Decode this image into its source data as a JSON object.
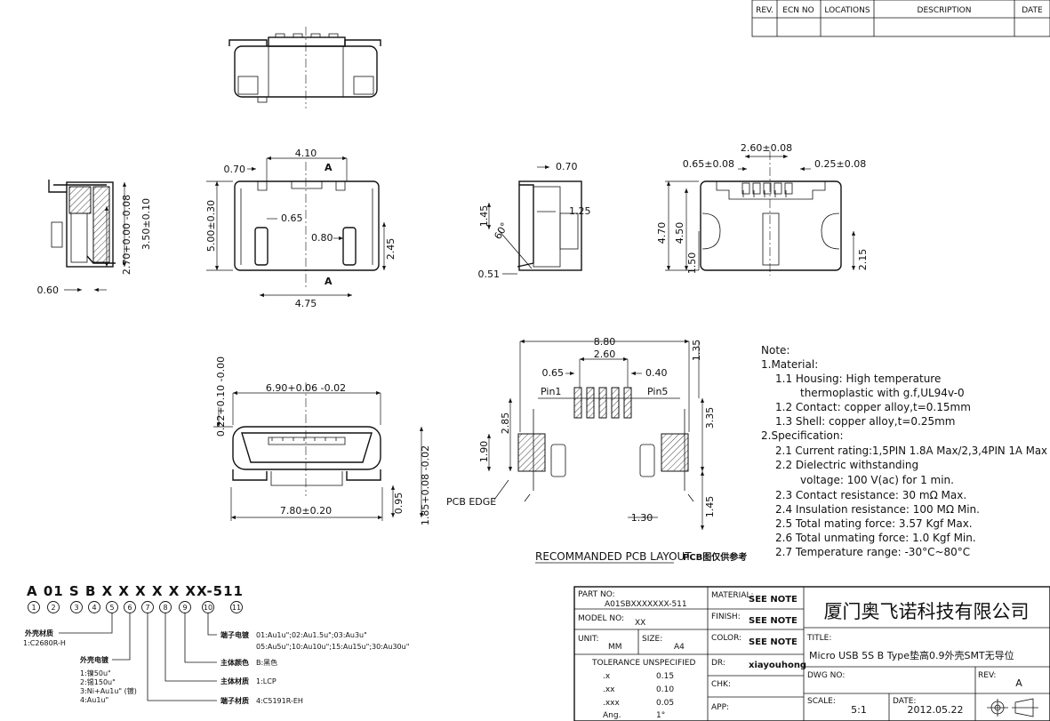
{
  "revision_table": {
    "headers": [
      "REV.",
      "ECN NO",
      "LOCATIONS",
      "DESCRIPTION",
      "DATE"
    ]
  },
  "dimensions": {
    "side": {
      "h1": "3.50±0.10",
      "h2": "2.70+0.00\n-0.08",
      "w": "0.60"
    },
    "front": {
      "a": "0.70",
      "b": "4.10",
      "sec": "A",
      "c": "0.65",
      "h": "5.00±0.30",
      "d": "0.80",
      "e": "2.45",
      "w": "4.75"
    },
    "section": {
      "a": "0.70",
      "h": "1.45",
      "b": "1.25",
      "ang": "60°",
      "c": "0.51"
    },
    "back": {
      "a": "2.60±0.08",
      "b": "0.65±0.08",
      "c": "0.25±0.08",
      "h1": "4.70",
      "h2": "4.50",
      "h3": "1.50",
      "h4": "2.15"
    },
    "bottom_view": {
      "top_tol": "0.22+0.10\n-0.00",
      "w1": "6.90+0.06\n-0.02",
      "w2": "7.80±0.20",
      "h1": "0.95",
      "h2": "1.85+0.08\n-0.02"
    },
    "pcb": {
      "w": "8.80",
      "t": "1.35",
      "pitch": "2.60",
      "a": "0.65",
      "b": "0.40",
      "pin1": "Pin1",
      "pin5": "Pin5",
      "h1": "2.85",
      "h2": "3.35",
      "h3": "1.90",
      "pcb_edge": "PCB EDGE",
      "h4": "1.45",
      "w3": "1.30"
    }
  },
  "pcb_layout_label": "RECOMMANDED PCB LAYOUT",
  "pcb_layout_cn": "PCB图仅供参考",
  "notes": {
    "title": "Note:",
    "lines": [
      "1.Material:",
      "1.1  Housing:  High  temperature",
      "thermoplastic  with  g.f,UL94v-0",
      "1.2  Contact:  copper  alloy,t=0.15mm",
      "1.3  Shell:  copper  alloy,t=0.25mm",
      "2.Specification:",
      "2.1  Current  rating:1,5PIN  1.8A  Max/2,3,4PIN  1A  Max",
      "2.2  Dielectric  withstanding",
      "voltage:  100  V(ac)  for  1  min.",
      "2.3  Contact  resistance:  30  mΩ  Max.",
      "2.4  Insulation  resistance:  100  MΩ  Min.",
      "2.5  Total  mating  force:  3.57  Kgf  Max.",
      "2.6  Total  unmating  force:  1.0  Kgf  Min.",
      "2.7  Temperature  range:  -30°C~80°C"
    ]
  },
  "part_code": {
    "code": "A 01 S B X X X X X XX-511",
    "circles": [
      "1",
      "2",
      "3",
      "4",
      "5",
      "6",
      "7",
      "8",
      "9",
      "10",
      "11"
    ],
    "labels": {
      "shell_material": "外壳材质",
      "shell_material_opt": "1:C2680R-H",
      "shell_plating": "外壳电镀",
      "shell_plating_opts": [
        "1:镍50u\"",
        "2:锡150u\"",
        "3:Ni+Au1u\" (镀)",
        "4:Au1u\""
      ],
      "terminal_plating": "端子电镀",
      "terminal_plating_opts1": "01:Au1u\";02:Au1.5u\";03:Au3u\"",
      "terminal_plating_opts2": "05:Au5u\";10:Au10u\";15:Au15u\";30:Au30u\"",
      "body_color": "主体颜色",
      "body_color_opt": "B:黑色",
      "body_material": "主体材质",
      "body_material_opt": "1:LCP",
      "terminal_material": "端子材质",
      "terminal_material_opt": "4:C5191R-EH"
    }
  },
  "title_block": {
    "part_no_label": "PART NO:",
    "part_no": "A01SBXXXXXXX-511",
    "model_no_label": "MODEL NO:",
    "model_no": "XX",
    "unit_label": "UNIT:",
    "unit": "MM",
    "size_label": "SIZE:",
    "size": "A4",
    "tolerance_label": "TOLERANCE  UNSPECIFIED",
    "tolerances": [
      {
        "k": ".x",
        "v": "0.15"
      },
      {
        "k": ".xx",
        "v": "0.10"
      },
      {
        "k": ".xxx",
        "v": "0.05"
      },
      {
        "k": "Ang.",
        "v": "1°"
      }
    ],
    "material_label": "MATERIAL:",
    "material": "SEE NOTE",
    "finish_label": "FINISH:",
    "finish": "SEE NOTE",
    "color_label": "COLOR:",
    "color": "SEE NOTE",
    "dr_label": "DR:",
    "dr": "xiayouhong",
    "chk_label": "CHK:",
    "app_label": "APP:",
    "company": "厦门奥飞诺科技有限公司",
    "title_label": "TITLE:",
    "title": "Micro USB 5S B Type垫高0.9外壳SMT无导位",
    "dwg_no_label": "DWG NO:",
    "rev_label": "REV:",
    "rev": "A",
    "scale_label": "SCALE:",
    "scale": "5:1",
    "date_label": "DATE:",
    "date": "2012.05.22"
  }
}
